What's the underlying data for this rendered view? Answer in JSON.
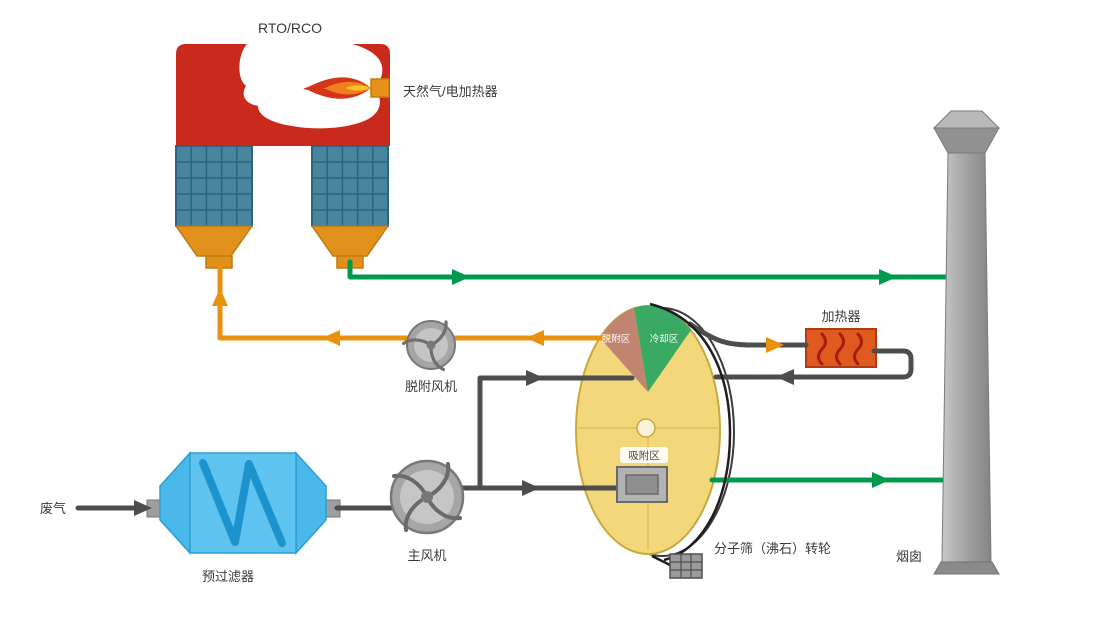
{
  "diagram": {
    "labels": {
      "rto": "RTO/RCO",
      "burner": "天然气/电加热器",
      "desorption_fan": "脱附风机",
      "waste_gas": "废气",
      "prefilter": "预过滤器",
      "main_fan": "主风机",
      "heater": "加热器",
      "wheel": "分子筛（沸石）转轮",
      "chimney": "烟囱",
      "zone_desorption": "脱附区",
      "zone_cooling": "冷却区",
      "zone_adsorption": "吸附区"
    },
    "colors": {
      "rto_red": "#c92a1c",
      "ceramic_blue": "#47869e",
      "hopper_orange": "#e2901c",
      "flow_green": "#009a4d",
      "flow_orange": "#e8920f",
      "flow_gray": "#4d4d4d",
      "wheel_yellow": "#f2d87a",
      "zone_brown": "#c08471",
      "zone_green": "#3aa964",
      "heater_orange": "#e05a20",
      "filter_blue": "#5ec4ef",
      "filter_zigzag_blue": "#1d93cd",
      "chimney_gray": "#a6a6a6",
      "fan_gray": "#a6a6a6"
    }
  }
}
